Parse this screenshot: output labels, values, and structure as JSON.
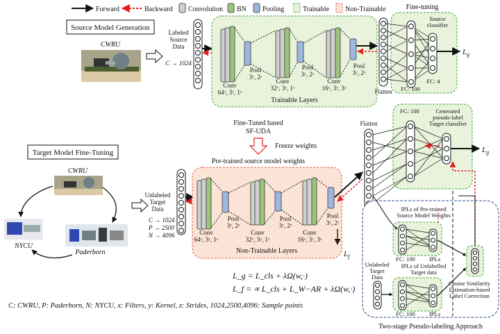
{
  "legend": {
    "forward": "Forward",
    "backward": "Backward",
    "convolution": "Convolution",
    "bn": "BN",
    "pooling": "Pooling",
    "trainable": "Trainable",
    "non_trainable": "Non-Trainable"
  },
  "colors": {
    "conv": "#cfcfcf",
    "bn": "#9cc47a",
    "pool": "#9db7e0",
    "trainable_bg": "#e9f3dc",
    "trainable_border": "#3aa53a",
    "nontrain_bg": "#fbe4d6",
    "nontrain_border": "#e05a4a",
    "backward": "#e02020",
    "twostage_border": "#2e4f8c"
  },
  "source": {
    "title": "Source Model Generation",
    "dataset": "CWRU",
    "input_label": "Labeled Source Data",
    "input_size": "C → 1024",
    "conv1": "Conv",
    "conv1_params": "64ˣ, 3ʸ, 1ᶻ",
    "pool1": "Pool",
    "pool1_params": "3ʸ, 2ᶻ",
    "conv2": "Conv",
    "conv2_params": "32ˣ, 3ʸ, 1ᶻ",
    "pool2": "Pool",
    "pool2_params": "3ʸ, 2ᶻ",
    "conv3": "Conv",
    "conv3_params": "16ˣ, 3ʸ, 3ᶻ",
    "pool3": "Pool",
    "pool3_params": "3ʸ, 2ᶻ",
    "layers_label": "Trainable Layers",
    "flatten": "Flatten",
    "finetuning": "Fine-tuning",
    "classifier": "Source classifier",
    "fc100": "FC: 100",
    "fc4": "FC: 4",
    "loss": "L",
    "loss_sub": "g"
  },
  "middle": {
    "finetuned": "Fine-Tuned based",
    "sfuda": "SF-UDA",
    "freeze": "Freeze weights",
    "pretrained": "Pre-trained source model weights"
  },
  "target": {
    "title": "Target Model Fine-Tuning",
    "cwru": "CWRU",
    "nycu": "NYCU",
    "paderborn": "Paderborn",
    "input_label": "Unlabeled Target Data",
    "sizes": [
      "C → 1024",
      "P → 2500",
      "N → 4096"
    ],
    "conv1": "Conv",
    "conv1_params": "64ˣ, 3ʸ, 1ᶻ",
    "pool1": "Pool",
    "pool1_params": "3ʸ, 2ᶻ",
    "conv2": "Conv",
    "conv2_params": "32ˣ, 3ʸ, 1ᶻ",
    "pool2": "Pool",
    "pool2_params": "3ʸ, 2ᶻ",
    "conv3": "Conv",
    "conv3_params": "16ˣ, 3ʸ, 3ᶻ",
    "pool3": "Pool",
    "pool3_params": "3ʸ, 2ᶻ",
    "layers_label": "Non-Trainable Layers",
    "loss_f": "L",
    "loss_f_sub": "f",
    "flatten": "Flatten",
    "fc100": "FC: 100",
    "generated": "Generated pseudo-label Target classifier",
    "loss": "L",
    "loss_sub": "g"
  },
  "pseudo": {
    "ipls_pretrained": "IPLs of Pre-trained Source Model Weights",
    "fc100_a": "FC: 100",
    "ipls_a": "IPLs",
    "ipls_unlabelled": "IPLs of Unlabelled Target data",
    "unlabeled": "Unlabeled Target Data",
    "fc100_b": "FC: 100",
    "ipls_b": "IPLs",
    "cosine": "Cosine Similarity Estimation-based Label Correction",
    "title": "Two-stage Pseudo-labeling Approach"
  },
  "equations": {
    "lg": "L_g = L_cls + λΩ(w,·)",
    "lf": "L_f = ∝ L_cls + L_W−AR + λΩ(w,·)"
  },
  "caption": "C: CWRU, P: Paderborn, N: NYCU, x: Filters, y: Kernel, z: Strides, 1024,2500,4096: Sample points"
}
